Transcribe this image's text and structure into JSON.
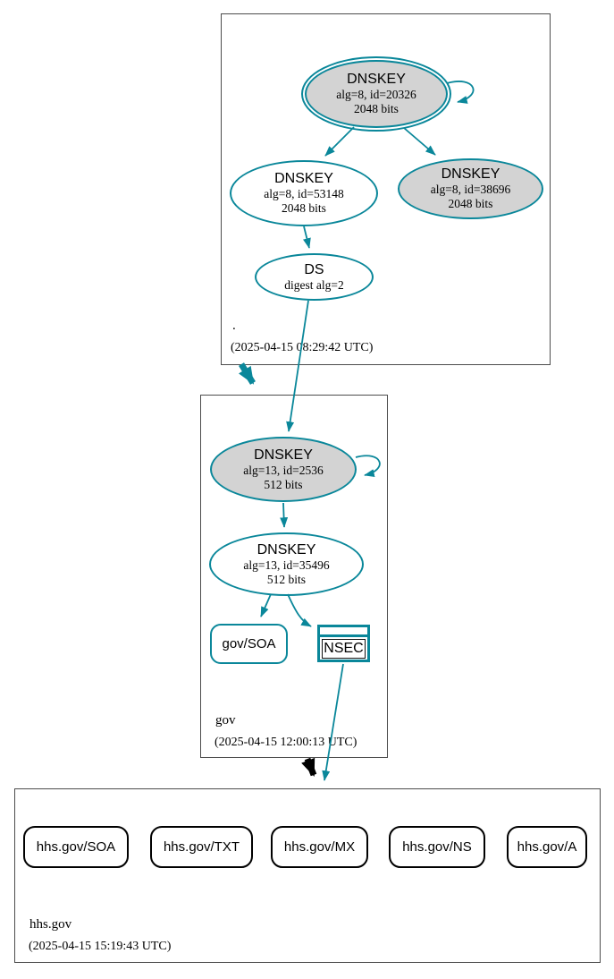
{
  "colors": {
    "secure": "#0a879a",
    "node_fill": "#d3d3d3",
    "box_border": "#4c4c4c",
    "black": "#000000"
  },
  "zones": {
    "root": {
      "label": ".",
      "timestamp": "(2025-04-15 08:29:42 UTC)",
      "ksk": {
        "title": "DNSKEY",
        "attrs": "alg=8, id=20326",
        "bits": "2048 bits"
      },
      "zsk": {
        "title": "DNSKEY",
        "attrs": "alg=8, id=53148",
        "bits": "2048 bits"
      },
      "standby": {
        "title": "DNSKEY",
        "attrs": "alg=8, id=38696",
        "bits": "2048 bits"
      },
      "ds": {
        "title": "DS",
        "attrs": "digest alg=2"
      }
    },
    "gov": {
      "label": "gov",
      "timestamp": "(2025-04-15 12:00:13 UTC)",
      "ksk": {
        "title": "DNSKEY",
        "attrs": "alg=13, id=2536",
        "bits": "512 bits"
      },
      "zsk": {
        "title": "DNSKEY",
        "attrs": "alg=13, id=35496",
        "bits": "512 bits"
      },
      "soa_label": "gov/SOA",
      "nsec_label": "NSEC"
    },
    "hhs": {
      "label": "hhs.gov",
      "timestamp": "(2025-04-15 15:19:43 UTC)",
      "records": [
        {
          "label": "hhs.gov/SOA"
        },
        {
          "label": "hhs.gov/TXT"
        },
        {
          "label": "hhs.gov/MX"
        },
        {
          "label": "hhs.gov/NS"
        },
        {
          "label": "hhs.gov/A"
        }
      ]
    }
  }
}
